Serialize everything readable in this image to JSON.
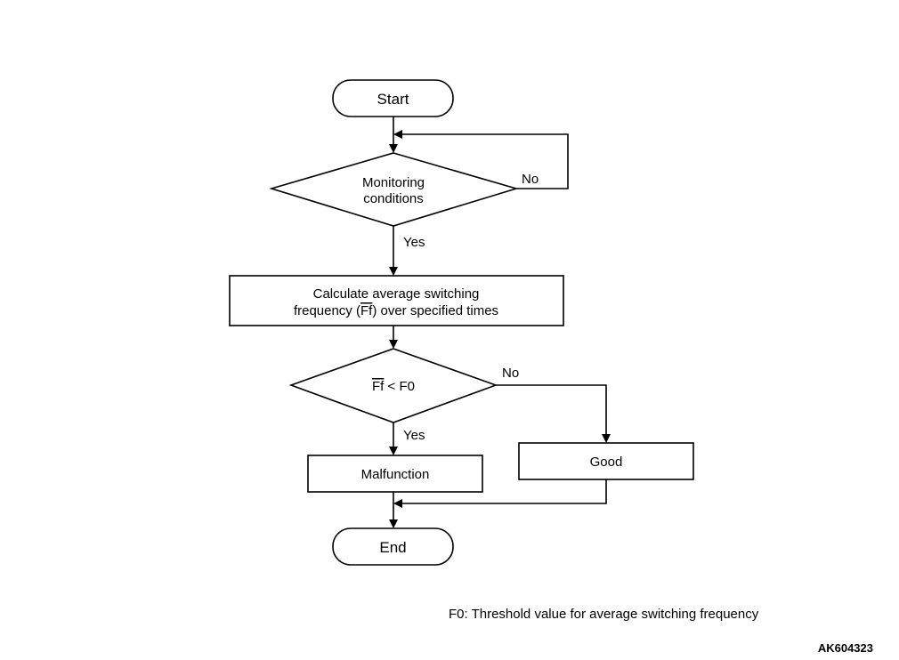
{
  "nodes": {
    "start": "Start",
    "monitor_line1": "Monitoring",
    "monitor_line2": "conditions",
    "calc_line1": "Calculate average switching",
    "calc_line2_a": "frequency (",
    "calc_symbol": "Ff",
    "calc_line2_b": ") over specified times",
    "compare_symbol": "Ff",
    "compare_rest": " < F0",
    "malfunction": "Malfunction",
    "good": "Good",
    "end": "End"
  },
  "labels": {
    "monitor_no": "No",
    "monitor_yes": "Yes",
    "compare_no": "No",
    "compare_yes": "Yes"
  },
  "footnote": "F0: Threshold value for average switching frequency",
  "figure_code": "AK604323"
}
